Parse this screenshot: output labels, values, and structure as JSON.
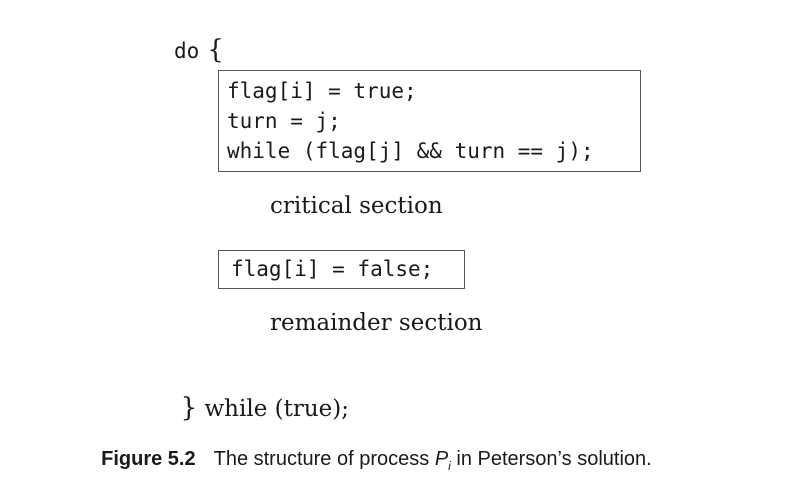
{
  "code": {
    "do_keyword": "do",
    "open_brace": "{",
    "entry_lines": [
      "flag[i] = true;",
      "turn = j;",
      "while (flag[j] && turn == j);"
    ],
    "critical_section": "critical section",
    "exit_line": "flag[i] = false;",
    "remainder_section": "remainder section",
    "close_brace": "}",
    "while_tail": " while (true);"
  },
  "caption": {
    "label": "Figure 5.2",
    "text_before": "The structure of process ",
    "process_name": "P",
    "process_subscript": "i",
    "text_after": " in Peterson’s solution."
  }
}
